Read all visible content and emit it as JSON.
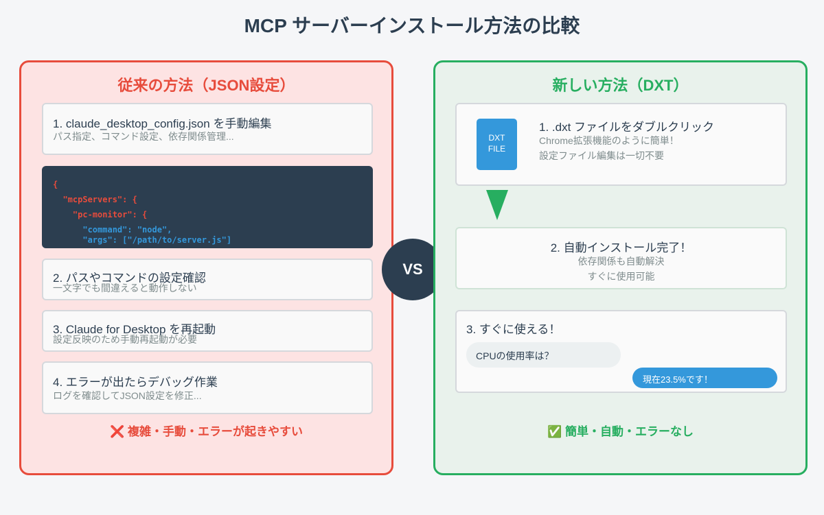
{
  "title": "MCP サーバーインストール方法の比較",
  "left": {
    "title": "従来の方法（JSON設定）",
    "steps": [
      {
        "title": "1. claude_desktop_config.json を手動編集",
        "desc": "パス指定、コマンド設定、依存関係管理..."
      },
      {
        "title": "2. パスやコマンドの設定確認",
        "desc": "一文字でも間違えると動作しない"
      },
      {
        "title": "3. Claude for Desktop を再起動",
        "desc": "設定反映のため手動再起動が必要"
      },
      {
        "title": "4. エラーが出たらデバッグ作業",
        "desc": "ログを確認してJSON設定を修正..."
      }
    ],
    "code": [
      "{",
      "  \"mcpServers\": {",
      "    \"pc-monitor\": {",
      "      \"command\": \"node\",",
      "      \"args\": [\"/path/to/server.js\"]"
    ],
    "footer_icon": "❌",
    "footer": "複雑・手動・エラーが起きやすい"
  },
  "vs": "VS",
  "right": {
    "title": "新しい方法（DXT）",
    "file_icon": [
      "DXT",
      "FILE"
    ],
    "step1": {
      "title": "1. .dxt ファイルをダブルクリック",
      "desc1": "Chrome拡張機能のように簡単！",
      "desc2": "設定ファイル編集は一切不要"
    },
    "step2": {
      "title": "2. 自動インストール完了！",
      "desc1": "依存関係も自動解決",
      "desc2": "すぐに使用可能"
    },
    "step3": {
      "title": "3. すぐに使える！",
      "question": "CPUの使用率は？",
      "answer": "現在23.5%です！"
    },
    "footer_icon": "✅",
    "footer": "簡単・自動・エラーなし"
  },
  "colors": {
    "red": "#e74c3c",
    "green": "#27ae60",
    "blue": "#3498db",
    "dark": "#2c3e50"
  }
}
